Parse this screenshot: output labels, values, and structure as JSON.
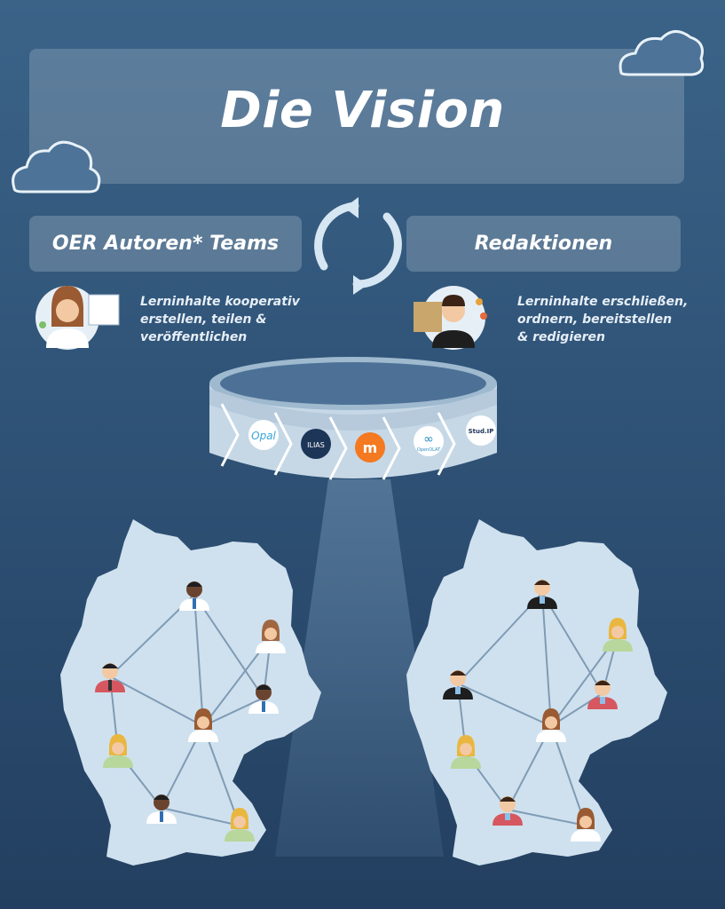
{
  "title": "Die Vision",
  "left_group": {
    "label": "OER Autoren* Teams",
    "description": [
      "Lerninhalte kooperativ",
      "erstellen, teilen &",
      "veröffentlichen"
    ]
  },
  "right_group": {
    "label": "Redaktionen",
    "description": [
      "Lerninhalte erschließen,",
      "ordnern, bereitstellen",
      "& redigieren"
    ]
  },
  "platforms": [
    "OPAL",
    "ILIAS",
    "Moodle",
    "OpenOLAT",
    "Stud.IP"
  ],
  "platform_logo_text": {
    "ilias": "ILIAS",
    "openolat": "OpenOLAT",
    "studip": "Stud.IP"
  },
  "colors": {
    "background": "#2f5377",
    "map": "#cfe1ee",
    "network_line": "#7f9bb5",
    "moodle": "#f47920"
  }
}
